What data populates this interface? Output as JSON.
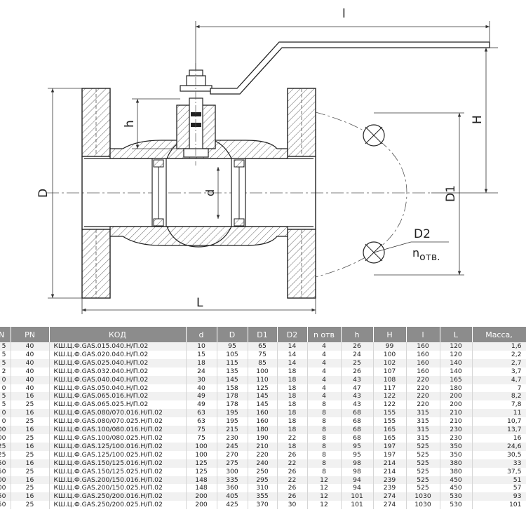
{
  "drawing": {
    "labels": {
      "l": "l",
      "H": "H",
      "h": "h",
      "D": "D",
      "D1": "D1",
      "d": "d",
      "D2": "D2",
      "n_main": "n",
      "n_sub": "отв.",
      "L": "L"
    }
  },
  "table": {
    "headers": [
      "N",
      "PN",
      "КОД",
      "d",
      "D",
      "D1",
      "D2",
      "n отв",
      "h",
      "H",
      "l",
      "L",
      "Масса,"
    ],
    "rows": [
      [
        "5",
        "40",
        "КШ.Ц.Ф.GAS.015.040.Н/П.02",
        "10",
        "95",
        "65",
        "14",
        "4",
        "26",
        "99",
        "160",
        "120",
        "1,6"
      ],
      [
        "5",
        "40",
        "КШ.Ц.Ф.GAS.020.040.Н/П.02",
        "15",
        "105",
        "75",
        "14",
        "4",
        "24",
        "100",
        "160",
        "120",
        "2,2"
      ],
      [
        "5",
        "40",
        "КШ.Ц.Ф.GAS.025.040.Н/П.02",
        "18",
        "115",
        "85",
        "14",
        "4",
        "25",
        "102",
        "160",
        "140",
        "2,7"
      ],
      [
        "2",
        "40",
        "КШ.Ц.Ф.GAS.032.040.Н/П.02",
        "24",
        "135",
        "100",
        "18",
        "4",
        "26",
        "107",
        "160",
        "140",
        "3,7"
      ],
      [
        "0",
        "40",
        "КШ.Ц.Ф.GAS.040.040.Н/П.02",
        "30",
        "145",
        "110",
        "18",
        "4",
        "43",
        "108",
        "220",
        "165",
        "4,7"
      ],
      [
        "0",
        "40",
        "КШ.Ц.Ф.GAS.050.040.Н/П.02",
        "40",
        "158",
        "125",
        "18",
        "4",
        "47",
        "117",
        "220",
        "180",
        "7"
      ],
      [
        "5",
        "16",
        "КШ.Ц.Ф.GAS.065.016.Н/П.02",
        "49",
        "178",
        "145",
        "18",
        "4",
        "43",
        "122",
        "220",
        "200",
        "8,2"
      ],
      [
        "5",
        "25",
        "КШ.Ц.Ф.GAS.065.025.Н/П.02",
        "49",
        "178",
        "145",
        "18",
        "8",
        "43",
        "122",
        "220",
        "200",
        "7,8"
      ],
      [
        "0",
        "16",
        "КШ.Ц.Ф.GAS.080/070.016.Н/П.02",
        "63",
        "195",
        "160",
        "18",
        "8",
        "68",
        "155",
        "315",
        "210",
        "11"
      ],
      [
        "0",
        "25",
        "КШ.Ц.Ф.GAS.080/070.025.Н/П.02",
        "63",
        "195",
        "160",
        "18",
        "8",
        "68",
        "155",
        "315",
        "210",
        "10,7"
      ],
      [
        "00",
        "16",
        "КШ.Ц.Ф.GAS.100/080.016.Н/П.02",
        "75",
        "215",
        "180",
        "18",
        "8",
        "68",
        "165",
        "315",
        "230",
        "13,7"
      ],
      [
        "00",
        "25",
        "КШ.Ц.Ф.GAS.100/080.025.Н/П.02",
        "75",
        "230",
        "190",
        "22",
        "8",
        "68",
        "165",
        "315",
        "230",
        "16"
      ],
      [
        "25",
        "16",
        "КШ.Ц.Ф.GAS.125/100.016.Н/П.02",
        "100",
        "245",
        "210",
        "18",
        "8",
        "95",
        "197",
        "525",
        "350",
        "24,6"
      ],
      [
        "25",
        "25",
        "КШ.Ц.Ф.GAS.125/100.025.Н/П.02",
        "100",
        "270",
        "220",
        "26",
        "8",
        "95",
        "197",
        "525",
        "350",
        "30,5"
      ],
      [
        "50",
        "16",
        "КШ.Ц.Ф.GAS.150/125.016.Н/П.02",
        "125",
        "275",
        "240",
        "22",
        "8",
        "98",
        "214",
        "525",
        "380",
        "33"
      ],
      [
        "50",
        "25",
        "КШ.Ц.Ф.GAS.150/125.025.Н/П.02",
        "125",
        "300",
        "250",
        "26",
        "8",
        "98",
        "214",
        "525",
        "380",
        "37,5"
      ],
      [
        "00",
        "16",
        "КШ.Ц.Ф.GAS.200/150.016.Н/П.02",
        "148",
        "335",
        "295",
        "22",
        "12",
        "94",
        "239",
        "525",
        "450",
        "51"
      ],
      [
        "00",
        "25",
        "КШ.Ц.Ф.GAS.200/150.025.Н/П.02",
        "148",
        "360",
        "310",
        "26",
        "12",
        "94",
        "239",
        "525",
        "450",
        "57"
      ],
      [
        "50",
        "16",
        "КШ.Ц.Ф.GAS.250/200.016.Н/П.02",
        "200",
        "405",
        "355",
        "26",
        "12",
        "101",
        "274",
        "1030",
        "530",
        "93"
      ],
      [
        "50",
        "25",
        "КШ.Ц.Ф.GAS.250/200.025.Н/П.02",
        "200",
        "425",
        "370",
        "30",
        "12",
        "101",
        "274",
        "1030",
        "530",
        "101"
      ]
    ]
  }
}
